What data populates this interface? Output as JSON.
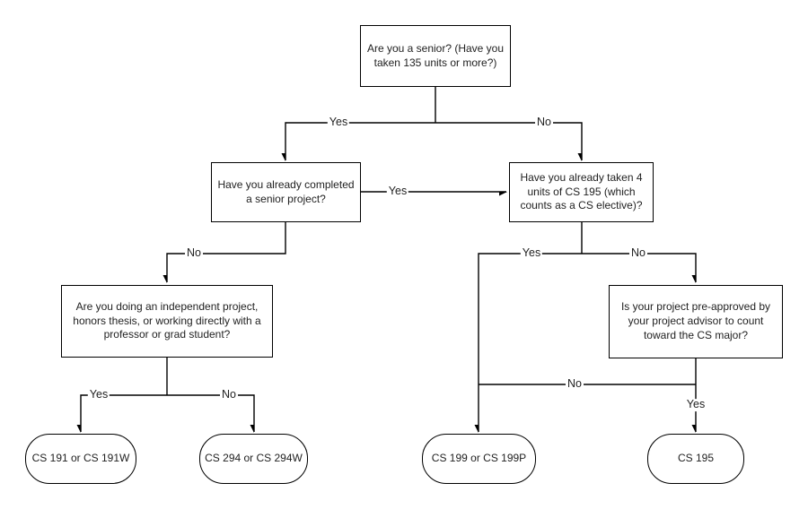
{
  "diagram": {
    "type": "flowchart",
    "background_color": "#ffffff",
    "line_color": "#000000",
    "text_color": "#222222",
    "nodes": {
      "q_senior": {
        "shape": "rectangle",
        "label": "Are you a senior? (Have you\ntaken 135 units or more?)"
      },
      "q_completed": {
        "shape": "rectangle",
        "label": "Have you already completed\na senior project?"
      },
      "q_cs195": {
        "shape": "rectangle",
        "label": "Have you already taken 4\nunits of CS 195 (which\ncounts as a CS elective)?"
      },
      "q_independent": {
        "shape": "rectangle",
        "label": "Are you doing an independent project,\nhonors thesis, or working directly with a\nprofessor or grad student?"
      },
      "q_preapproved": {
        "shape": "rectangle",
        "label": "Is your project pre-approved by\nyour project advisor to count\ntoward the CS major?"
      },
      "t_cs191": {
        "shape": "terminal",
        "label": "CS 191 or CS 191W"
      },
      "t_cs294": {
        "shape": "terminal",
        "label": "CS 294 or CS 294W"
      },
      "t_cs199": {
        "shape": "terminal",
        "label": "CS 199 or CS 199P"
      },
      "t_cs195": {
        "shape": "terminal",
        "label": "CS 195"
      }
    },
    "edges": {
      "senior_yes": {
        "from": "q_senior",
        "to": "q_completed",
        "label": "Yes"
      },
      "senior_no": {
        "from": "q_senior",
        "to": "q_cs195",
        "label": "No"
      },
      "completed_yes": {
        "from": "q_completed",
        "to": "q_cs195",
        "label": "Yes"
      },
      "completed_no": {
        "from": "q_completed",
        "to": "q_independent",
        "label": "No"
      },
      "independent_yes": {
        "from": "q_independent",
        "to": "t_cs191",
        "label": "Yes"
      },
      "independent_no": {
        "from": "q_independent",
        "to": "t_cs294",
        "label": "No"
      },
      "cs195_yes": {
        "from": "q_cs195",
        "to": "t_cs199",
        "label": "Yes"
      },
      "cs195_no": {
        "from": "q_cs195",
        "to": "q_preapproved",
        "label": "No"
      },
      "preapproved_no": {
        "from": "q_preapproved",
        "to": "t_cs199",
        "label": "No"
      },
      "preapproved_yes": {
        "from": "q_preapproved",
        "to": "t_cs195",
        "label": "Yes"
      }
    }
  }
}
